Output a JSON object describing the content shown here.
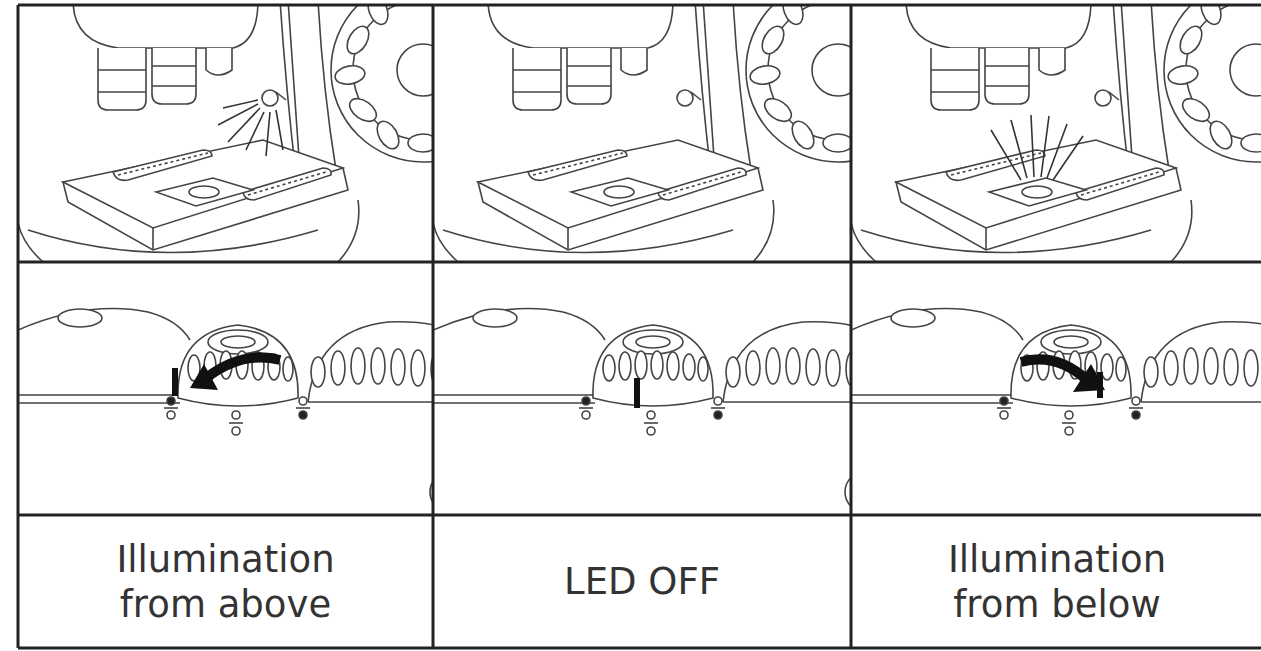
{
  "diagram": {
    "nodes": [
      {
        "text": [
          "Illumination from above"
        ]
      },
      {
        "text": [
          "LED OFF"
        ]
      },
      {
        "text": [
          "Illumination from below"
        ]
      }
    ]
  }
}
